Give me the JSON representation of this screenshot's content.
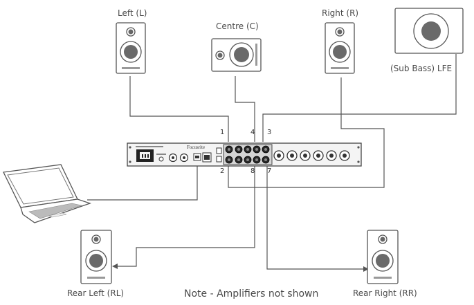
{
  "speakers": {
    "left": "Left (L)",
    "centre": "Centre (C)",
    "right": "Right (R)",
    "lfe": "(Sub Bass) LFE",
    "rear_left": "Rear Left (RL)",
    "rear_right": "Rear Right (RR)"
  },
  "outputs": {
    "out1": "1",
    "out2": "2",
    "out3": "3",
    "out4": "4",
    "out7": "7",
    "out8": "8"
  },
  "interface_brand": "Focusrite",
  "note": "Note - Amplifiers not shown"
}
